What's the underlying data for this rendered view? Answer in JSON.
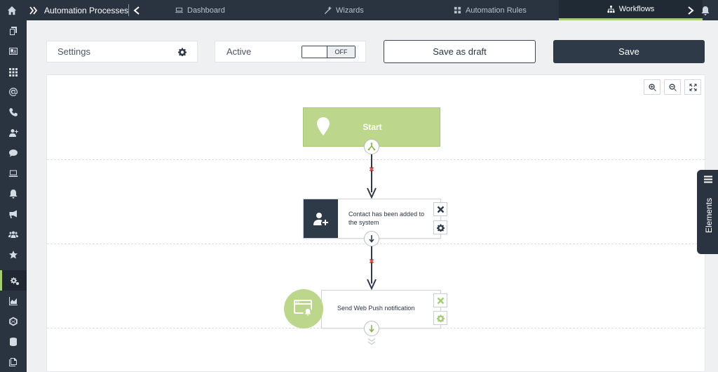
{
  "topbar": {
    "title": "Automation Processes",
    "tabs": [
      {
        "label": "Dashboard",
        "icon": "monitor-icon"
      },
      {
        "label": "Wizards",
        "icon": "magic-wand-icon"
      },
      {
        "label": "Automation Rules",
        "icon": "grid-icon"
      },
      {
        "label": "Workflows",
        "icon": "sitemap-icon"
      }
    ]
  },
  "toolbar": {
    "settings_label": "Settings",
    "active_label": "Active",
    "toggle_value": "OFF",
    "save_draft_label": "Save as draft",
    "save_label": "Save"
  },
  "workflow": {
    "start_label": "Start",
    "node1_label": "Contact has been added to the system",
    "node2_label": "Send Web Push notification"
  },
  "elements_panel": {
    "label": "Elements"
  },
  "colors": {
    "nav_bg": "#2a3441",
    "accent_green": "#a4cc78",
    "start_green": "#bcd68c",
    "delete_red": "#d9534f"
  }
}
